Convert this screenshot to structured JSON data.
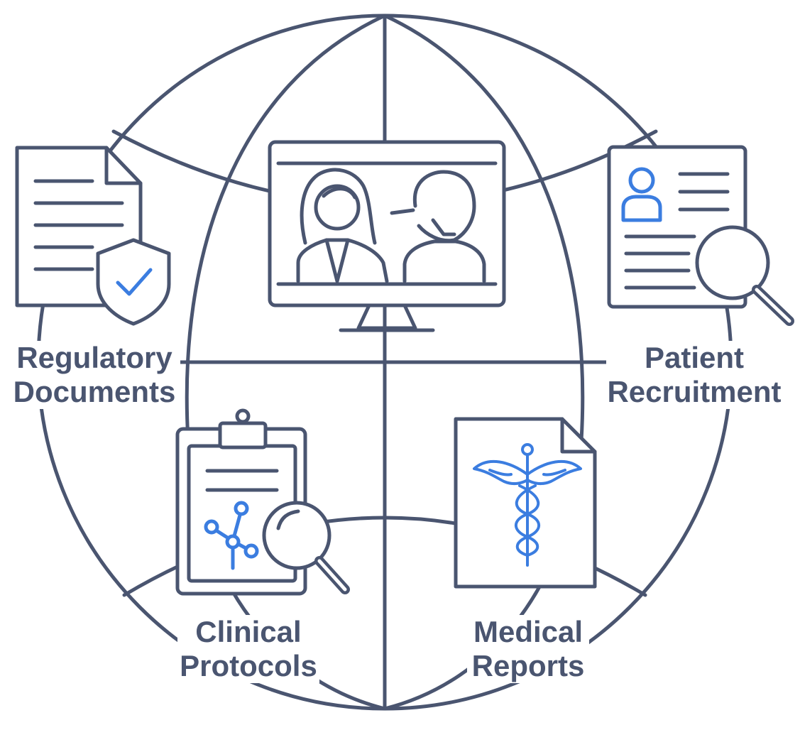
{
  "colors": {
    "stroke": "#4a5570",
    "accent": "#3b7de0",
    "background": "#ffffff"
  },
  "labels": {
    "regulatory": {
      "line1": "Regulatory",
      "line2": "Documents"
    },
    "patient": {
      "line1": "Patient",
      "line2": "Recruitment"
    },
    "clinical": {
      "line1": "Clinical",
      "line2": "Protocols"
    },
    "medical": {
      "line1": "Medical",
      "line2": "Reports"
    }
  },
  "icons": [
    "globe-icon",
    "video-call-monitor-icon",
    "shield-document-icon",
    "profile-search-document-icon",
    "clipboard-search-icon",
    "caduceus-document-icon"
  ]
}
